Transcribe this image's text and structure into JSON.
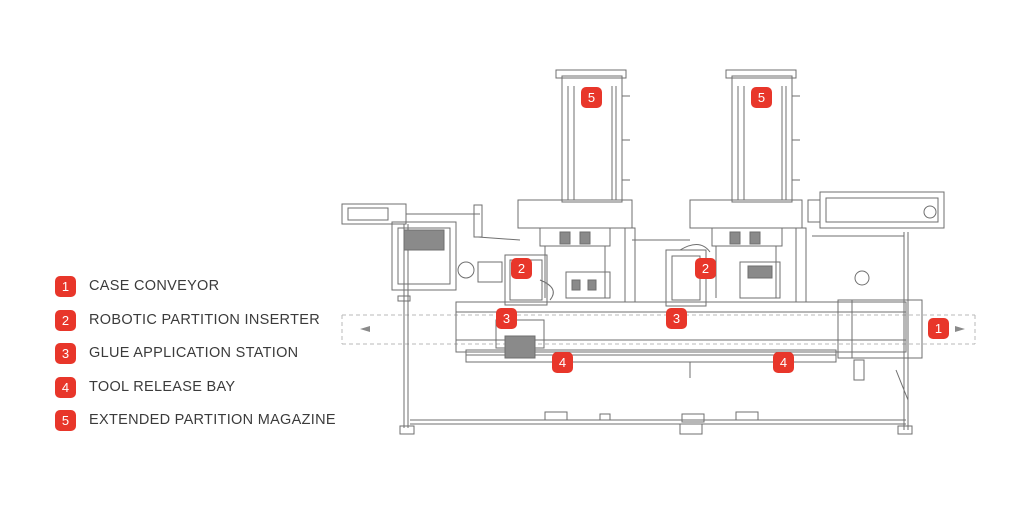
{
  "legend": [
    {
      "number": "1",
      "label": "CASE CONVEYOR"
    },
    {
      "number": "2",
      "label": "ROBOTIC PARTITION INSERTER"
    },
    {
      "number": "3",
      "label": "GLUE APPLICATION STATION"
    },
    {
      "number": "4",
      "label": "TOOL RELEASE BAY"
    },
    {
      "number": "5",
      "label": "EXTENDED PARTITION MAGAZINE"
    }
  ],
  "accent_color": "#e8362a",
  "markers": {
    "m1": "1",
    "m2a": "2",
    "m2b": "2",
    "m3a": "3",
    "m3b": "3",
    "m4a": "4",
    "m4b": "4",
    "m5a": "5",
    "m5b": "5"
  }
}
